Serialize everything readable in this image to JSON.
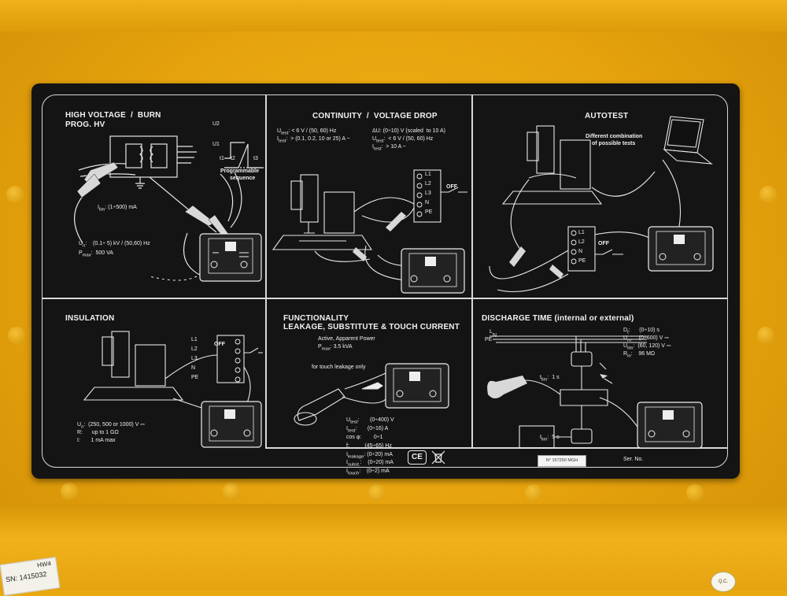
{
  "panels": {
    "hv": {
      "title_line1": "HIGH VOLTAGE  /  BURN",
      "title_line2": "PROG. HV",
      "ilim": "I",
      "ilim_sub": "lim",
      "ilim_value": ": (1÷500) mA",
      "un": "U",
      "un_sub": "n",
      "un_value": ":    (0.1÷ 5) kV / (50,60) Hz",
      "pmax": "P",
      "pmax_sub": "max",
      "pmax_value": ":  500 VA",
      "u2": "U2",
      "u1": "U1",
      "t1": "t1",
      "t2": "t2",
      "t3": "t3",
      "prog_line1": "Programmable",
      "prog_line2": "sequence"
    },
    "continuity": {
      "title": "CONTINUITY  /  VOLTAGE DROP",
      "utest": "U",
      "utest_sub": "test",
      "utest_value": ": < 6 V / (50, 60) Hz",
      "itest": "I",
      "itest_sub": "test",
      "itest_value": ":  > (0.1, 0.2, 10 or 25) A ~",
      "du": "ΔU:",
      "du_value": "(0÷10) V (scaled  to 10 A)",
      "utest2": "U",
      "utest2_sub": "test",
      "utest2_value": ":  < 6 V / (50, 60) Hz",
      "itest2": "I",
      "itest2_sub": "test",
      "itest2_value": ":  > 10 A ~",
      "sockets": [
        "L1",
        "L2",
        "L3",
        "N",
        "PE"
      ],
      "off": "OFF"
    },
    "autotest": {
      "title": "AUTOTEST",
      "desc_line1": "Different combination",
      "desc_line2": "of possible tests",
      "sockets": [
        "L1",
        "L2",
        "N",
        "PE"
      ],
      "off": "OFF"
    },
    "insulation": {
      "title": "INSULATION",
      "sockets": [
        "L1",
        "L2",
        "L3",
        "N",
        "PE"
      ],
      "off": "OFF",
      "un": "U",
      "un_sub": "n",
      "un_value": ":  (250, 500 or 1000) V ⎓",
      "r": "R:",
      "r_value": "up to 1 GΩ",
      "i": "I:",
      "i_value": "1 mA max"
    },
    "functionality": {
      "title_line1": "FUNCTIONALITY",
      "title_line2": "LEAKAGE, SUBSTITUTE & TOUCH CURRENT",
      "power": "Active, Apparent Power",
      "pmax": "P",
      "pmax_sub": "max",
      "pmax_value": ": 3.5 kVA",
      "touch": "for touch leakage only",
      "specs": [
        {
          "k": "U",
          "s": "test",
          "v": ":       (0÷400) V"
        },
        {
          "k": "I",
          "s": "test",
          "v": ":       (0÷16) A"
        },
        {
          "k": "cos φ",
          "s": "",
          "v": ":        0÷1"
        },
        {
          "k": "f",
          "s": "",
          "v": ":          (45÷65) Hz"
        },
        {
          "k": "I",
          "s": "leakage",
          "v": ": (0÷20) mA"
        },
        {
          "k": "I",
          "s": "subst.",
          "v": ":    (0÷20) mA"
        },
        {
          "k": "I",
          "s": "touch",
          "v": ":    (0÷2) mA"
        }
      ]
    },
    "discharge": {
      "title": "DISCHARGE TIME (internal or external)",
      "lines": [
        "L",
        "N",
        "PE"
      ],
      "dt": "D",
      "dt_sub": "t",
      "dt_value": ":      (0÷10) s",
      "um": "U",
      "um_sub": "m",
      "um_value": ":    (0÷600) V ⎓",
      "ulim": "U",
      "ulim_sub": "lim",
      "ulim_value": ":  (60, 120) V ⎓",
      "rin": "R",
      "rin_sub": "in",
      "rin_value": ":    96 MΩ",
      "tlim1": "t",
      "tlim1_sub": "lim",
      "tlim1_value": ":  1 s",
      "tlim2": "t",
      "tlim2_sub": "lim",
      "tlim2_value": ":  5 s"
    }
  },
  "footer": {
    "ce": "CE",
    "serial_sticker": "N° 157250 MGH",
    "ser_no": "Ser. No."
  },
  "case_sticker": {
    "sn_label": "SN: 1415032",
    "model": "HW4"
  },
  "qc_label": "Q.C.",
  "colors": {
    "case": "#e8a911",
    "plate": "#141414",
    "print": "#f2f2f2"
  }
}
